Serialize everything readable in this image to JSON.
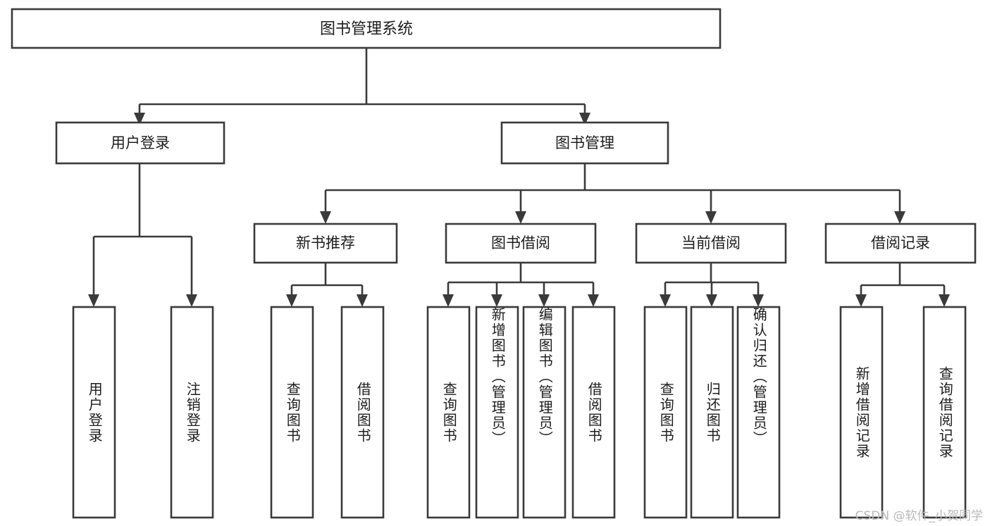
{
  "diagram": {
    "type": "hierarchy-tree",
    "title": "图书管理系统",
    "watermark": "CSDN @软件_小贺同学",
    "levels": {
      "root": {
        "id": "root",
        "label": "图书管理系统",
        "orientation": "horizontal"
      },
      "level1": [
        {
          "id": "user-login",
          "label": "用户登录",
          "orientation": "horizontal"
        },
        {
          "id": "book-management",
          "label": "图书管理",
          "orientation": "horizontal"
        }
      ],
      "level2": [
        {
          "id": "new-book-recommend",
          "label": "新书推荐",
          "parent": "book-management",
          "orientation": "horizontal"
        },
        {
          "id": "book-borrow",
          "label": "图书借阅",
          "parent": "book-management",
          "orientation": "horizontal"
        },
        {
          "id": "current-borrow",
          "label": "当前借阅",
          "parent": "book-management",
          "orientation": "horizontal"
        },
        {
          "id": "borrow-record",
          "label": "借阅记录",
          "parent": "book-management",
          "orientation": "horizontal"
        }
      ],
      "leaves": [
        {
          "id": "leaf-user-login",
          "label": "用户登录",
          "parent": "user-login",
          "orientation": "vertical"
        },
        {
          "id": "leaf-user-logout",
          "label": "注销登录",
          "parent": "user-login",
          "orientation": "vertical"
        },
        {
          "id": "leaf-query-book-1",
          "label": "查询图书",
          "parent": "new-book-recommend",
          "orientation": "vertical"
        },
        {
          "id": "leaf-borrow-book-1",
          "label": "借阅图书",
          "parent": "new-book-recommend",
          "orientation": "vertical"
        },
        {
          "id": "leaf-query-book-2",
          "label": "查询图书",
          "parent": "book-borrow",
          "orientation": "vertical"
        },
        {
          "id": "leaf-add-book",
          "label": "新增图书（管理员）",
          "parent": "book-borrow",
          "orientation": "vertical"
        },
        {
          "id": "leaf-edit-book",
          "label": "编辑图书（管理员）",
          "parent": "book-borrow",
          "orientation": "vertical"
        },
        {
          "id": "leaf-borrow-book-2",
          "label": "借阅图书",
          "parent": "book-borrow",
          "orientation": "vertical"
        },
        {
          "id": "leaf-query-book-3",
          "label": "查询图书",
          "parent": "current-borrow",
          "orientation": "vertical"
        },
        {
          "id": "leaf-return-book",
          "label": "归还图书",
          "parent": "current-borrow",
          "orientation": "vertical"
        },
        {
          "id": "leaf-confirm-return",
          "label": "确认归还（管理员）",
          "parent": "current-borrow",
          "orientation": "vertical"
        },
        {
          "id": "leaf-add-record",
          "label": "新增借阅记录",
          "parent": "borrow-record",
          "orientation": "vertical"
        },
        {
          "id": "leaf-query-record",
          "label": "查询借阅记录",
          "parent": "borrow-record",
          "orientation": "vertical"
        }
      ]
    },
    "colors": {
      "box_stroke": "#3a3a3a",
      "box_fill": "#ffffff",
      "text": "#1d1d1d",
      "watermark": "#b9b9b9",
      "background": "#ffffff"
    }
  }
}
